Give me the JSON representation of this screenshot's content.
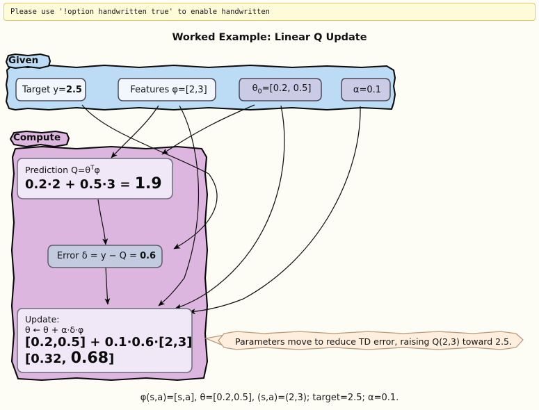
{
  "banner": {
    "message": "Please use '!option handwritten true' to enable handwritten",
    "bg_color": "#fdfbd8",
    "border_color": "#e8c96a"
  },
  "title": "Worked Example: Linear Q Update",
  "page": {
    "background_color": "#fdfcf5"
  },
  "groups": [
    {
      "id": "given",
      "tab_label": "Given",
      "fill_color": "#bcdcf5",
      "stroke_color": "#0a0a0a"
    },
    {
      "id": "compute",
      "tab_label": "Compute",
      "fill_color": "#ddb6e0",
      "stroke_color": "#0a0a0a"
    }
  ],
  "given_nodes": [
    {
      "id": "target",
      "prefix": "Target y=",
      "value": "2.5",
      "fill_color": "#f2f7fd"
    },
    {
      "id": "features",
      "prefix": "Features φ=[2,3]",
      "value": "",
      "fill_color": "#f2f7fd"
    },
    {
      "id": "theta0",
      "prefix": "θ",
      "subscript": "0",
      "value": "=[0.2, 0.5]",
      "fill_color": "#cbcbe6"
    },
    {
      "id": "alpha",
      "prefix": "α=0.1",
      "value": "",
      "fill_color": "#cbcbe6"
    }
  ],
  "compute_nodes": {
    "prediction": {
      "id": "prediction",
      "line1": "Prediction Q=θ",
      "line1_sup": "T",
      "line1_tail": "φ",
      "line2_a": "0.2·2 + 0.5·3 = ",
      "line2_b": "1.9",
      "fill_color": "#f0e8f7"
    },
    "error": {
      "id": "error",
      "text_a": "Error δ = y − Q = ",
      "text_b": "0.6",
      "fill_color": "#c3cbe0"
    },
    "update": {
      "id": "update",
      "line1": "Update:",
      "line2": "θ ← θ + α·δ·φ",
      "line3": "[0.2,0.5] + 0.1·0.6·[2,3]",
      "line4_a": "[0.32, ",
      "line4_b": "0.68",
      "line4_c": "]",
      "fill_color": "#f0e8f7"
    }
  },
  "callout": {
    "id": "insight-note",
    "text": "Parameters move to reduce TD error, raising Q(2,3) toward 2.5.",
    "fill_color": "#fdeedd",
    "stroke_color": "#b99a78"
  },
  "caption": "φ(s,a)=[s,a], θ=[0.2,0.5], (s,a)=(2,3); target=2.5; α=0.1."
}
